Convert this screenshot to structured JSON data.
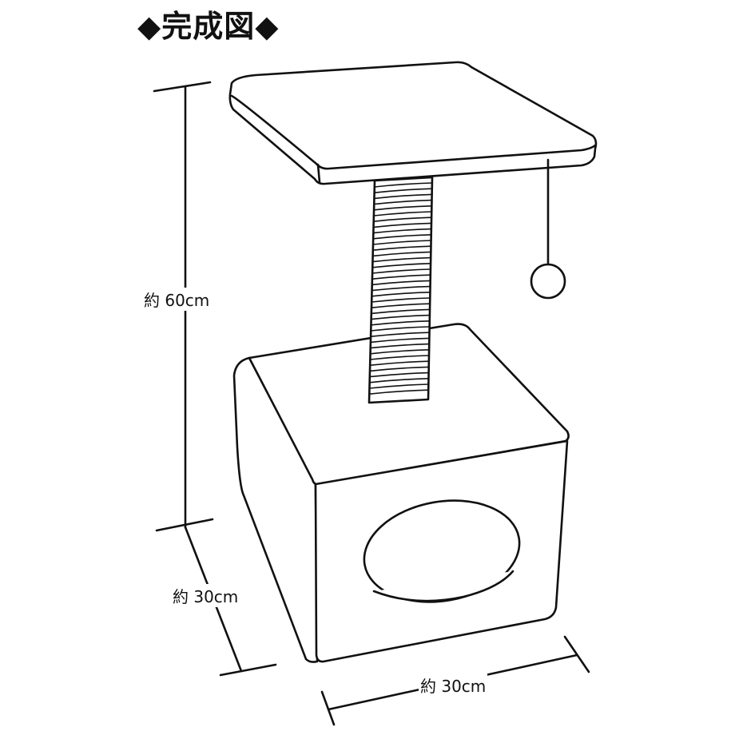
{
  "title": "◆完成図◆",
  "dimensions": {
    "height": "約 60cm",
    "depth": "約 30cm",
    "width": "約 30cm"
  }
}
